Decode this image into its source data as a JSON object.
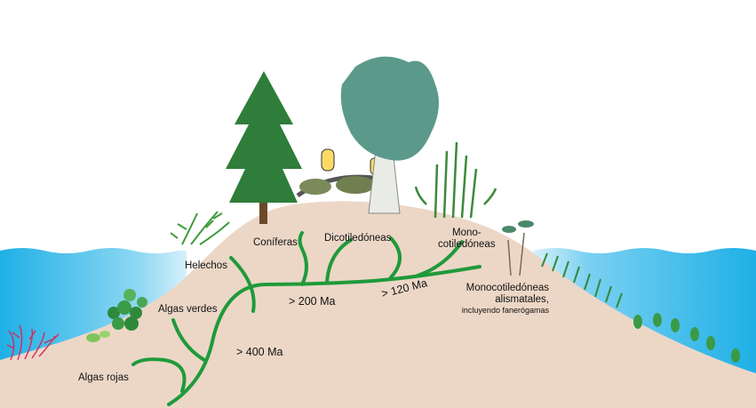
{
  "groups": {
    "algas_rojas": "Algas rojas",
    "algas_verdes": "Algas verdes",
    "helechos": "Helechos",
    "coniferas": "Coníferas",
    "dicotiledoneas": "Dicotiledóneas",
    "monocotiledoneas_line1": "Mono-",
    "monocotiledoneas_line2": "cotiledóneas",
    "alismatales_line1": "Monocotiledóneas",
    "alismatales_line2": "alismatales,",
    "alismatales_line3": "incluyendo fanerógamas"
  },
  "ages": {
    "age_400": "> 400 Ma",
    "age_200": "> 200 Ma",
    "age_120": "> 120 Ma"
  },
  "colors": {
    "sea": "#29b6e8",
    "sea_light": "#bfe9f8",
    "land": "#ecd7c7",
    "branch": "#1f9a3a",
    "text": "#111111"
  }
}
